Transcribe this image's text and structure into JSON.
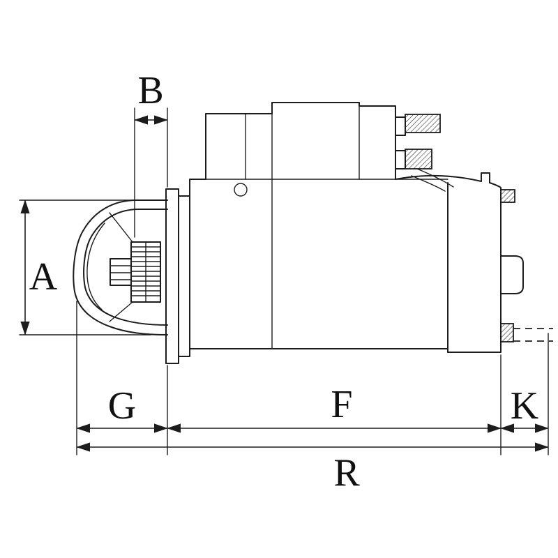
{
  "page": {
    "background": "#ffffff"
  },
  "diagram": {
    "kind": "technical dimension line drawing",
    "subject": "starter motor side view",
    "line_color": "#1c1c1c",
    "labels": {
      "a": "A",
      "b": "B",
      "g": "G",
      "f": "F",
      "k": "K",
      "r": "R"
    }
  }
}
